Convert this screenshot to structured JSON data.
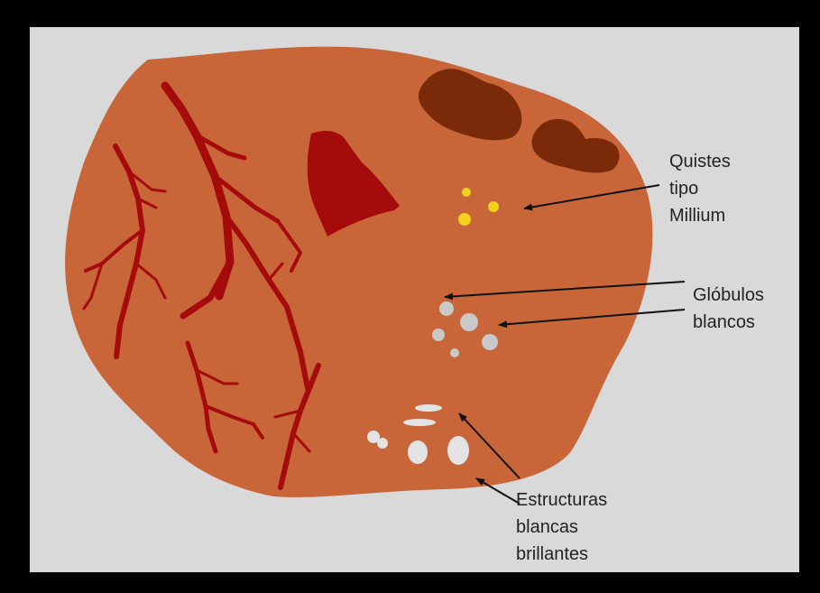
{
  "colors": {
    "frame": "#000000",
    "background": "#d9d9d9",
    "lesion": "#c8663a",
    "vessels": "#a50b0b",
    "dark_brown_clods": "#7a2a08",
    "milia_cysts": "#f2d21c",
    "white_globules": "#c9c9c9",
    "shiny_white_structures": "#e3e3e3",
    "arrows": "#111111",
    "text": "#222222"
  },
  "labels": {
    "milia": [
      "Quistes",
      "tipo",
      "Millium"
    ],
    "globules": [
      "Glóbulos",
      "blancos"
    ],
    "shiny": [
      "Estructuras",
      "blancas",
      "brillantes"
    ]
  },
  "icons": {
    "vessels": "branching-vessels-icon",
    "red_area": "red-area-icon"
  }
}
